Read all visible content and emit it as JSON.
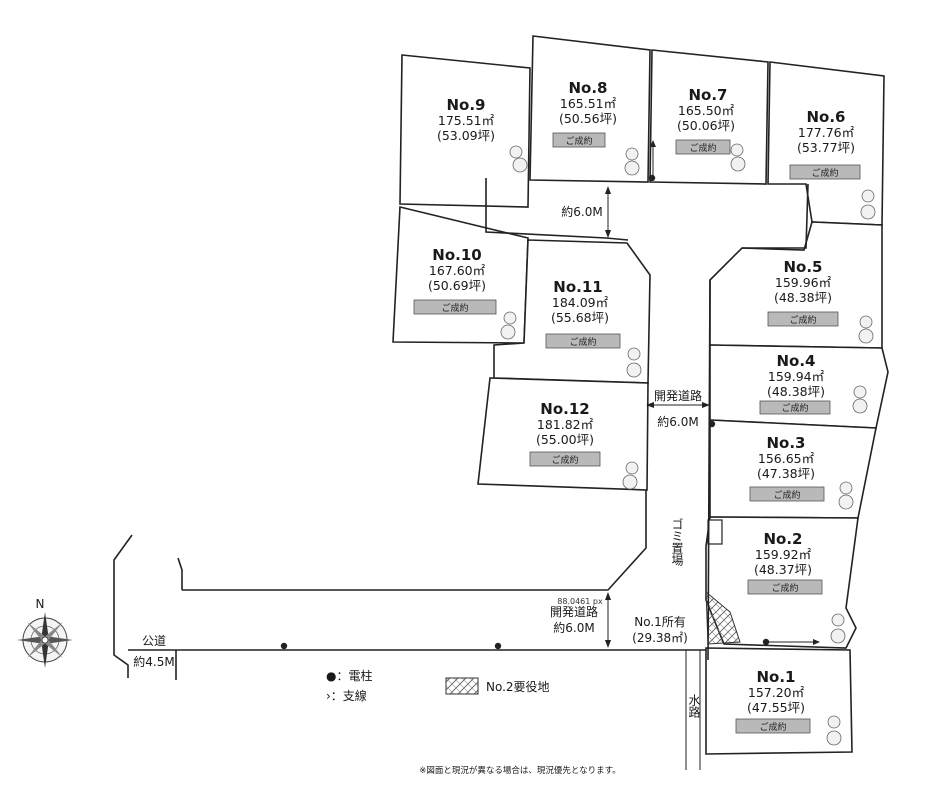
{
  "lots": [
    {
      "id": "no1",
      "name": "No.1",
      "area_m2": "157.20㎡",
      "area_tsubo": "(47.55坪)",
      "stamp": "ご成約"
    },
    {
      "id": "no2",
      "name": "No.2",
      "area_m2": "159.92㎡",
      "area_tsubo": "(48.37坪)",
      "stamp": "ご成約"
    },
    {
      "id": "no3",
      "name": "No.3",
      "area_m2": "156.65㎡",
      "area_tsubo": "(47.38坪)",
      "stamp": "ご成約"
    },
    {
      "id": "no4",
      "name": "No.4",
      "area_m2": "159.94㎡",
      "area_tsubo": "(48.38坪)",
      "stamp": "ご成約"
    },
    {
      "id": "no5",
      "name": "No.5",
      "area_m2": "159.96㎡",
      "area_tsubo": "(48.38坪)",
      "stamp": "ご成約"
    },
    {
      "id": "no6",
      "name": "No.6",
      "area_m2": "177.76㎡",
      "area_tsubo": "(53.77坪)",
      "stamp": "ご成約"
    },
    {
      "id": "no7",
      "name": "No.7",
      "area_m2": "165.50㎡",
      "area_tsubo": "(50.06坪)",
      "stamp": "ご成約"
    },
    {
      "id": "no8",
      "name": "No.8",
      "area_m2": "165.51㎡",
      "area_tsubo": "(50.56坪)",
      "stamp": "ご成約"
    },
    {
      "id": "no9",
      "name": "No.9",
      "area_m2": "175.51㎡",
      "area_tsubo": "(53.09坪)",
      "stamp": ""
    },
    {
      "id": "no10",
      "name": "No.10",
      "area_m2": "167.60㎡",
      "area_tsubo": "(50.69坪)",
      "stamp": "ご成約"
    },
    {
      "id": "no11",
      "name": "No.11",
      "area_m2": "184.09㎡",
      "area_tsubo": "(55.68坪)",
      "stamp": "ご成約"
    },
    {
      "id": "no12",
      "name": "No.12",
      "area_m2": "181.82㎡",
      "area_tsubo": "(55.00坪)",
      "stamp": "ご成約"
    }
  ],
  "roads": {
    "top_width": "約6.0M",
    "dev_road_label": "開発道路",
    "dev_road_width": "約6.0M",
    "bottom_dev_road_label": "開発道路",
    "bottom_dev_road_width": "約6.0M",
    "bottom_measure": "88.0461 px",
    "public_road_label": "公道",
    "public_road_width": "約4.5M",
    "waterway": "水路",
    "garbage": "ゴミ置場"
  },
  "no1_owned": {
    "label": "No.1所有",
    "area": "(29.38㎡)"
  },
  "legend": {
    "pole": "●：電柱",
    "guy_wire": "›：支線",
    "easement": "No.2要役地"
  },
  "compass": {
    "north": "N"
  },
  "footnote": "※図面と現況が異なる場合は、現況優先となります。"
}
